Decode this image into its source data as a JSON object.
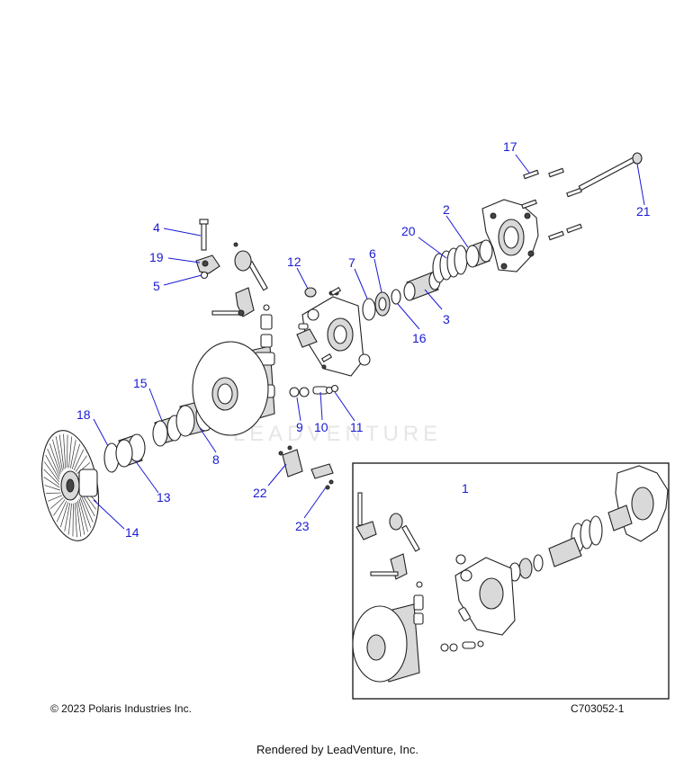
{
  "callouts": [
    {
      "id": "c1",
      "label": "1"
    },
    {
      "id": "c2",
      "label": "2"
    },
    {
      "id": "c3",
      "label": "3"
    },
    {
      "id": "c4",
      "label": "4"
    },
    {
      "id": "c5",
      "label": "5"
    },
    {
      "id": "c6",
      "label": "6"
    },
    {
      "id": "c7",
      "label": "7"
    },
    {
      "id": "c8",
      "label": "8"
    },
    {
      "id": "c9",
      "label": "9"
    },
    {
      "id": "c10",
      "label": "10"
    },
    {
      "id": "c11",
      "label": "11"
    },
    {
      "id": "c12",
      "label": "12"
    },
    {
      "id": "c13",
      "label": "13"
    },
    {
      "id": "c14",
      "label": "14"
    },
    {
      "id": "c15",
      "label": "15"
    },
    {
      "id": "c16",
      "label": "16"
    },
    {
      "id": "c17",
      "label": "17"
    },
    {
      "id": "c18",
      "label": "18"
    },
    {
      "id": "c19",
      "label": "19"
    },
    {
      "id": "c20",
      "label": "20"
    },
    {
      "id": "c21",
      "label": "21"
    },
    {
      "id": "c22",
      "label": "22"
    },
    {
      "id": "c23",
      "label": "23"
    }
  ],
  "watermark": "LEADVENTURE",
  "copyright": "© 2023 Polaris Industries Inc.",
  "figure_code": "C703052-1",
  "footer": "Rendered by LeadVenture, Inc.",
  "colors": {
    "callout": "#1a1ad6",
    "line": "#222222",
    "shade": "#d9d9d9"
  }
}
